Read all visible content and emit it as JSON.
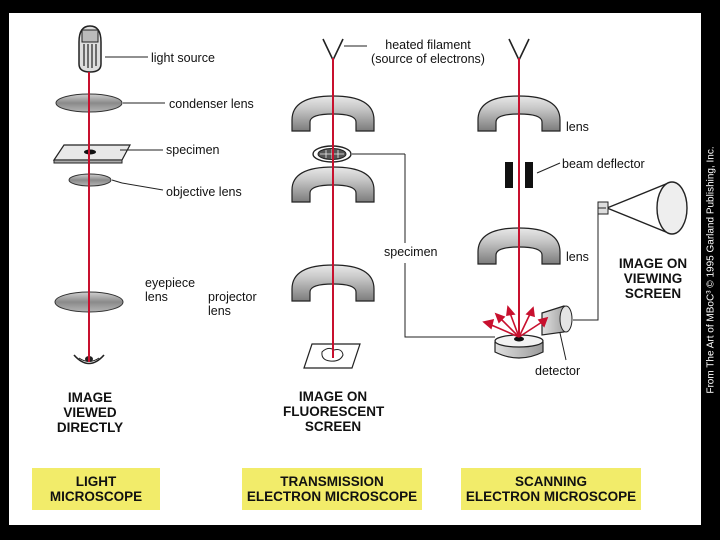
{
  "light": {
    "light_source": "light source",
    "condenser_lens": "condenser lens",
    "specimen": "specimen",
    "objective_lens": "objective lens",
    "eyepiece_lens": "eyepiece\nlens",
    "image_caption": "IMAGE VIEWED\nDIRECTLY",
    "title": "LIGHT\nMICROSCOPE"
  },
  "transmission": {
    "heated_filament": "heated filament\n(source of electrons)",
    "projector_lens": "projector\nlens",
    "specimen": "specimen",
    "image_caption": "IMAGE ON\nFLUORESCENT\nSCREEN",
    "title": "TRANSMISSION\nELECTRON MICROSCOPE"
  },
  "scanning": {
    "lens_top": "lens",
    "beam_deflector": "beam deflector",
    "lens_bottom": "lens",
    "image_caption": "IMAGE ON\nVIEWING\nSCREEN",
    "detector": "detector",
    "title": "SCANNING\nELECTRON MICROSCOPE"
  },
  "credit": "From The Art of MBoC³ © 1995 Garland Publishing, Inc.",
  "colors": {
    "beam": "#c8102e",
    "title_box": "#f2ec6a",
    "lens_fill": "#9a9a9a",
    "magnet_fill": "#8c8c8c"
  }
}
